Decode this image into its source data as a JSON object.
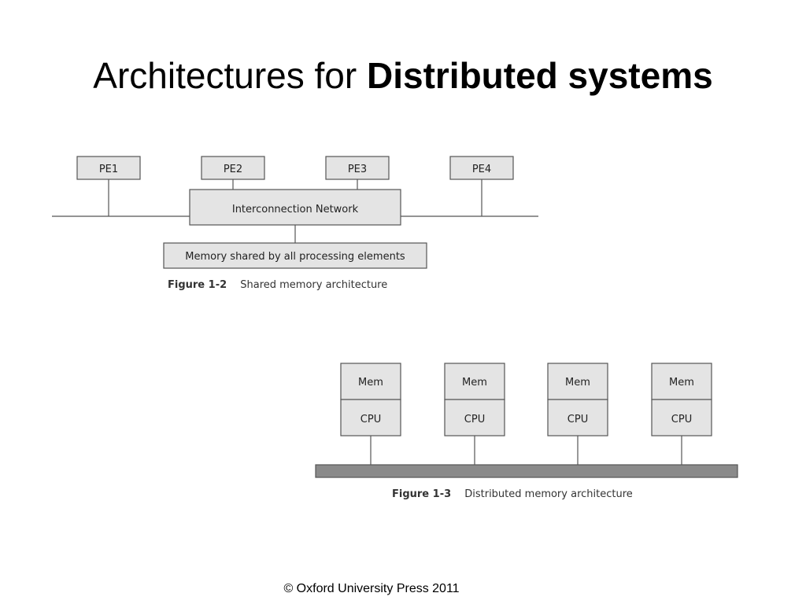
{
  "slide": {
    "title_normal": "Architectures for ",
    "title_bold": "Distributed systems",
    "footer": "© Oxford University Press 2011"
  },
  "figure_shared": {
    "pe_labels": [
      "PE1",
      "PE2",
      "PE3",
      "PE4"
    ],
    "network_label": "Interconnection Network",
    "memory_label": "Memory shared by all processing elements",
    "caption_number": "Figure 1-2",
    "caption_text": "Shared memory architecture"
  },
  "figure_distributed": {
    "nodes": [
      {
        "mem": "Mem",
        "cpu": "CPU"
      },
      {
        "mem": "Mem",
        "cpu": "CPU"
      },
      {
        "mem": "Mem",
        "cpu": "CPU"
      },
      {
        "mem": "Mem",
        "cpu": "CPU"
      }
    ],
    "caption_number": "Figure 1-3",
    "caption_text": "Distributed memory architecture"
  }
}
